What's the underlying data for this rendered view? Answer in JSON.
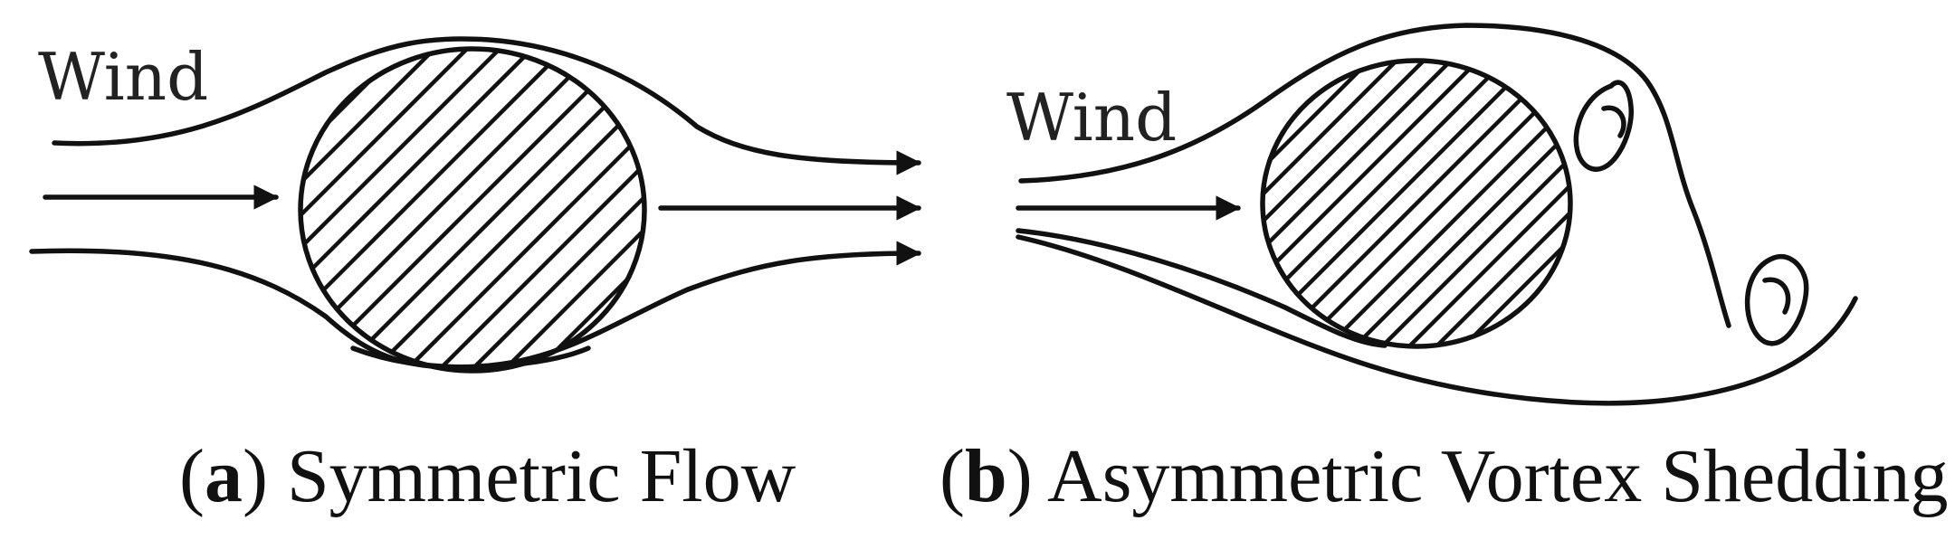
{
  "panel_a": {
    "wind_label": "Wind",
    "caption_letter": "a",
    "caption_text": "Symmetric Flow"
  },
  "panel_b": {
    "wind_label": "Wind",
    "caption_letter": "b",
    "caption_text": "Asymmetric Vortex Shedding"
  }
}
